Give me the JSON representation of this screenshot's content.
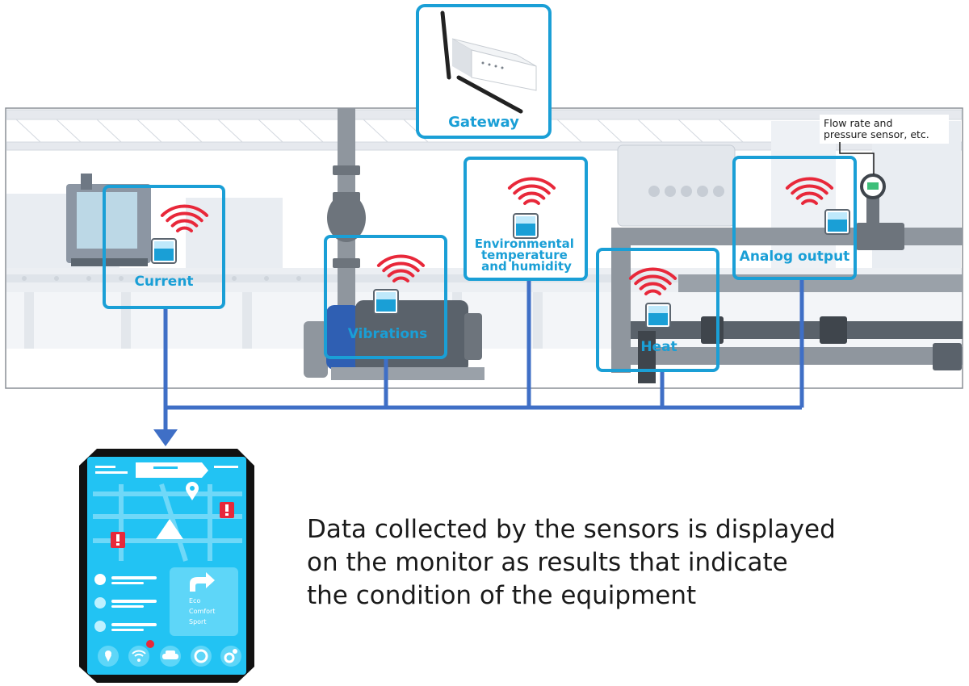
{
  "gateway": {
    "label": "Gateway"
  },
  "sensors": {
    "current": {
      "label": "Current"
    },
    "vibrations": {
      "label": "Vibrations"
    },
    "environmental": {
      "label_lines": [
        "Environmental",
        "temperature",
        "and humidity"
      ]
    },
    "heat": {
      "label": "Heat"
    },
    "analog": {
      "label": "Analog output"
    }
  },
  "flow_note": {
    "lines": [
      "Flow rate and",
      "pressure sensor, etc."
    ]
  },
  "monitor": {
    "modes": [
      "Eco",
      "Comfort",
      "Sport"
    ]
  },
  "caption": {
    "lines": [
      "Data collected by the sensors is displayed",
      "on the monitor as results that indicate",
      "the condition of the equipment"
    ]
  },
  "colors": {
    "sensor_border": "#1a9fd6",
    "wireless_waves": "#e8283a",
    "network_lines": "#3f6fc6",
    "tablet_screen": "#22c3f3",
    "alert_badge": "#e8283a"
  }
}
